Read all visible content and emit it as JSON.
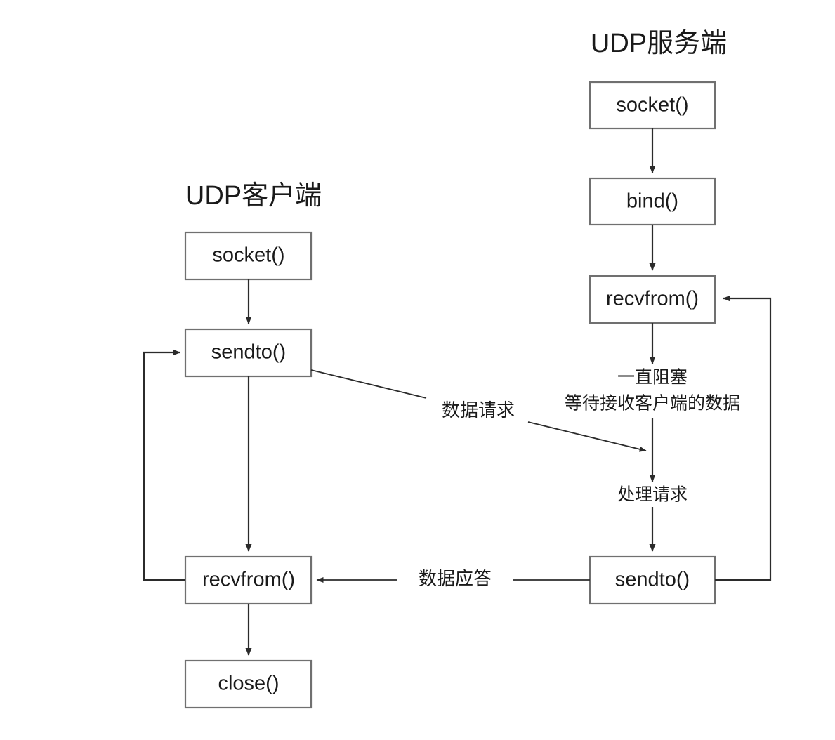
{
  "diagram": {
    "title_client": "UDP客户端",
    "title_server": "UDP服务端",
    "client": {
      "nodes": [
        {
          "id": "client-socket",
          "label": "socket()"
        },
        {
          "id": "client-sendto",
          "label": "sendto()"
        },
        {
          "id": "client-recvfrom",
          "label": "recvfrom()"
        },
        {
          "id": "client-close",
          "label": "close()"
        }
      ]
    },
    "server": {
      "nodes": [
        {
          "id": "server-socket",
          "label": "socket()"
        },
        {
          "id": "server-bind",
          "label": "bind()"
        },
        {
          "id": "server-recvfrom",
          "label": "recvfrom()"
        },
        {
          "id": "server-sendto",
          "label": "sendto()"
        }
      ],
      "notes": [
        {
          "id": "blocking-note",
          "line1": "一直阻塞",
          "line2": "等待接收客户端的数据"
        },
        {
          "id": "process-note",
          "text": "处理请求"
        }
      ]
    },
    "edges": [
      {
        "id": "data-request",
        "label": "数据请求"
      },
      {
        "id": "data-response",
        "label": "数据应答"
      }
    ],
    "colors": {
      "box_stroke": "#707070",
      "line_stroke": "#2b2b2b",
      "text": "#1a1a1a",
      "background": "#ffffff"
    }
  }
}
